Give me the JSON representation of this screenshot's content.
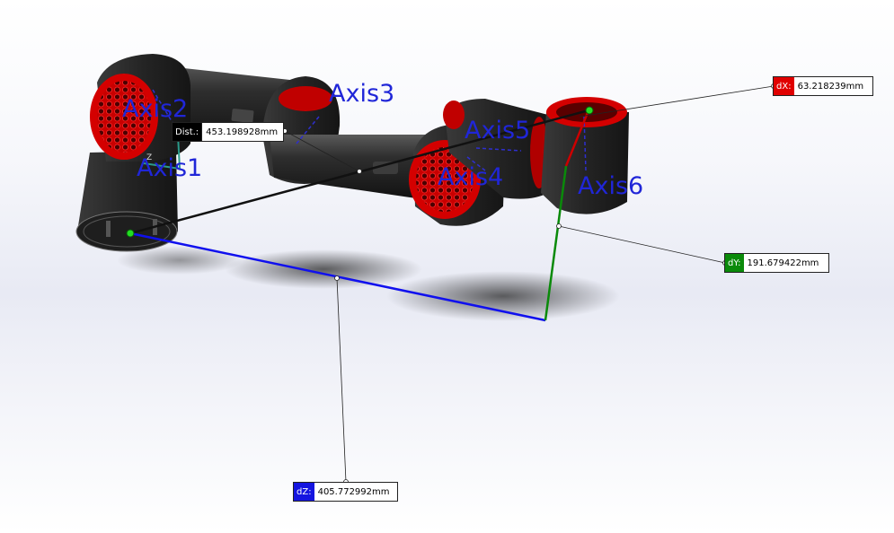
{
  "scene": {
    "axis_labels": {
      "axis1": "Axis1",
      "axis2": "Axis2",
      "axis3": "Axis3",
      "axis4": "Axis4",
      "axis5": "Axis5",
      "axis6": "Axis6"
    },
    "triad": {
      "z": "Z"
    }
  },
  "measurements": {
    "dist": {
      "tag": "Dist.:",
      "value": "453.198928mm"
    },
    "dx": {
      "tag": "dX:",
      "value": "63.218239mm"
    },
    "dy": {
      "tag": "dY:",
      "value": "191.679422mm"
    },
    "dz": {
      "tag": "dZ:",
      "value": "405.772992mm"
    }
  },
  "colors": {
    "dist": "#000000",
    "dx": "#e00000",
    "dy": "#0a8a0a",
    "dz": "#1515e0",
    "axis_label": "#2026d8",
    "robot_body": "#2b2b2b",
    "robot_accent": "#d40000"
  }
}
